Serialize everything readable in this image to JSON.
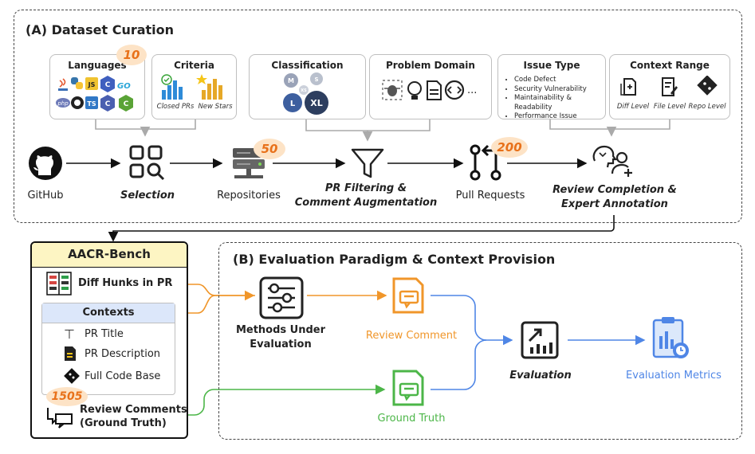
{
  "section_a": {
    "title": "(A) Dataset Curation",
    "cards": {
      "languages": {
        "title": "Languages",
        "badge": "10",
        "chips": [
          "JS",
          "TS",
          "php",
          "GO"
        ]
      },
      "criteria": {
        "title": "Criteria",
        "items": [
          "Closed PRs",
          "New Stars"
        ]
      },
      "classification": {
        "title": "Classification",
        "sizes": [
          "M",
          "S",
          "XS",
          "L",
          "XL"
        ]
      },
      "problem_domain": {
        "title": "Problem Domain",
        "ellipsis": "..."
      },
      "issue_type": {
        "title": "Issue Type",
        "items": [
          "Code Defect",
          "Security Vulnerability",
          "Maintainability & Readability",
          "Performance Issue"
        ]
      },
      "context_range": {
        "title": "Context Range",
        "items": [
          "Diff Level",
          "File Level",
          "Repo Level"
        ]
      }
    },
    "pipeline": {
      "github": "GitHub",
      "selection": "Selection",
      "repositories": "Repositories",
      "repositories_badge": "50",
      "pr_filtering_line1": "PR Filtering &",
      "pr_filtering_line2": "Comment Augmentation",
      "pull_requests": "Pull Requests",
      "pull_requests_badge": "200",
      "review_line1": "Review Completion &",
      "review_line2": "Expert Annotation"
    }
  },
  "bench": {
    "title": "AACR-Bench",
    "diff_hunks": "Diff Hunks in PR",
    "contexts_title": "Contexts",
    "contexts": [
      "PR Title",
      "PR Description",
      "Full Code Base"
    ],
    "badge": "1505",
    "review_line1": "Review Comments",
    "review_line2": "(Ground Truth)"
  },
  "section_b": {
    "title": "(B) Evaluation Paradigm & Context Provision",
    "methods_line1": "Methods Under",
    "methods_line2": "Evaluation",
    "review_comment": "Review Comment",
    "ground_truth": "Ground Truth",
    "evaluation": "Evaluation",
    "metrics": "Evaluation Metrics"
  },
  "colors": {
    "orange": "#f0962a",
    "green": "#4cb648",
    "blue": "#4f86e6",
    "badge_bg": "#fde3c6",
    "badge_text": "#e8711a",
    "yellow": "#fdf5c3"
  }
}
